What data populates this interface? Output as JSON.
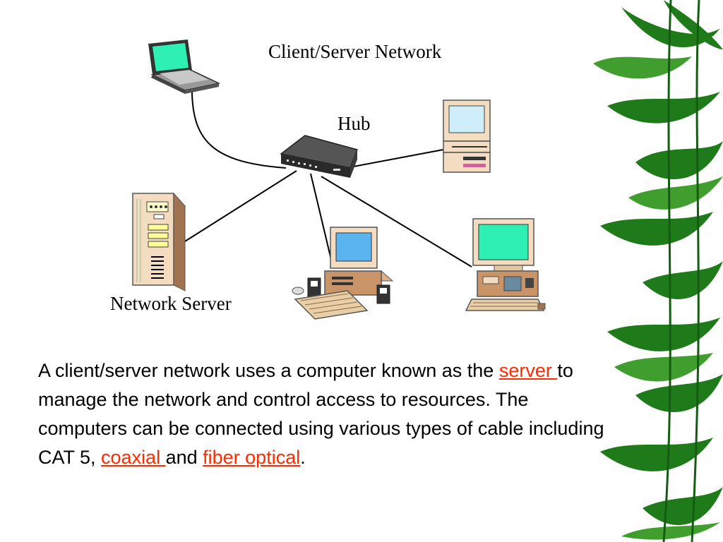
{
  "title": "Client/Server Network",
  "labels": {
    "hub": "Hub",
    "server": "Network Server"
  },
  "paragraph": {
    "t1": "A client/server network uses a computer known as the ",
    "link_server": "server ",
    "t2": "to manage the network and control access to resources.  The computers can be connected using various types of cable including CAT 5, ",
    "link_coaxial": "coaxial ",
    "t3": " and ",
    "link_fiber": "fiber optical",
    "t4": "."
  },
  "colors": {
    "link": "#ff2a00",
    "screen_green": "#2ef0b4",
    "screen_blue": "#5ab4f0",
    "bamboo": "#1f7a1a"
  }
}
